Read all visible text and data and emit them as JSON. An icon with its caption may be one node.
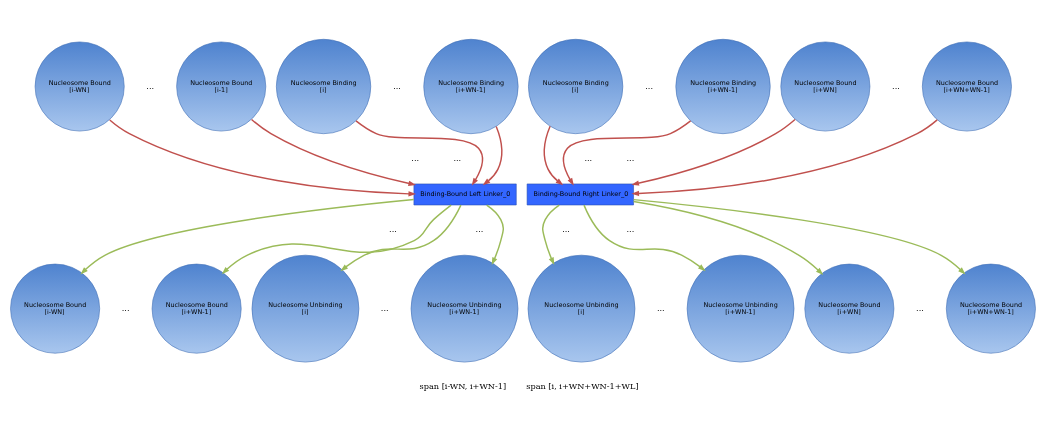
{
  "diagram": {
    "nodes": [
      {
        "text": [
          "Nucleosome Bound",
          "[i-WN]"
        ]
      },
      {
        "text": [
          "Nucleosome Bound",
          "[i-1]"
        ]
      },
      {
        "text": [
          "Nucleosome Binding",
          "[i]"
        ]
      },
      {
        "text": [
          "Nucleosome Binding",
          "[i+WN-1]"
        ]
      },
      {
        "text": [
          "Binding-Bound Left Linker_0"
        ]
      },
      {
        "text": [
          "Nucleosome Bound",
          "[i-WN]"
        ]
      },
      {
        "text": [
          "Nucleosome Bound",
          "[i+WN-1]"
        ]
      },
      {
        "text": [
          "Nucleosome Unbinding",
          "[i]"
        ]
      },
      {
        "text": [
          "Nucleosome Unbinding",
          "[i+WN-1]"
        ]
      },
      {
        "text": [
          "Nucleosome Binding",
          "[i]"
        ]
      },
      {
        "text": [
          "Nucleosome Binding",
          "[i+WN-1]"
        ]
      },
      {
        "text": [
          "Nucleosome Bound",
          "[i+WN]"
        ]
      },
      {
        "text": [
          "Nucleosome Bound",
          "[i+WN+WN-1]"
        ]
      },
      {
        "text": [
          "Binding-Bound Right Linker_0"
        ]
      },
      {
        "text": [
          "Nucleosome Unbinding",
          "[i]"
        ]
      },
      {
        "text": [
          "Nucleosome Unbinding",
          "[i+WN-1]"
        ]
      },
      {
        "text": [
          "Nucleosome Bound",
          "[i+WN]"
        ]
      },
      {
        "text": [
          "Nucleosome Bound",
          "[i+WN+WN-1]"
        ]
      }
    ],
    "edges": [
      {
        "from": 0,
        "to": 4,
        "arrow": "to",
        "color": "#c0504d"
      },
      {
        "from": 1,
        "to": 4,
        "arrow": "to",
        "color": "#c0504d"
      },
      {
        "from": 2,
        "to": 4,
        "arrow": "to",
        "color": "#c0504d"
      },
      {
        "from": 3,
        "to": 4,
        "arrow": "to",
        "color": "#c0504d"
      },
      {
        "from": 4,
        "to": 5,
        "arrow": "to",
        "color": "#9bbb59"
      },
      {
        "from": 4,
        "to": 6,
        "arrow": "to",
        "color": "#9bbb59"
      },
      {
        "from": 4,
        "to": 7,
        "arrow": "to",
        "color": "#9bbb59"
      },
      {
        "from": 4,
        "to": 8,
        "arrow": "to",
        "color": "#9bbb59"
      },
      {
        "from": 9,
        "to": 13,
        "arrow": "to",
        "color": "#c0504d"
      },
      {
        "from": 10,
        "to": 13,
        "arrow": "to",
        "color": "#c0504d"
      },
      {
        "from": 11,
        "to": 13,
        "arrow": "to",
        "color": "#c0504d"
      },
      {
        "from": 12,
        "to": 13,
        "arrow": "to",
        "color": "#c0504d"
      },
      {
        "from": 13,
        "to": 14,
        "arrow": "to",
        "color": "#9bbb59"
      },
      {
        "from": 13,
        "to": 15,
        "arrow": "to",
        "color": "#9bbb59"
      },
      {
        "from": 13,
        "to": 16,
        "arrow": "to",
        "color": "#9bbb59"
      },
      {
        "from": 13,
        "to": 17,
        "arrow": "to",
        "color": "#9bbb59"
      }
    ],
    "labels": [
      "...",
      "...",
      "...",
      "...",
      "...",
      "...",
      "...",
      "...",
      "...",
      "...",
      "...",
      "...",
      "...",
      "...",
      "...",
      "...",
      "span [i-WN, i+WN-1]",
      "span [i, i+WN+WN-1+WL]"
    ]
  }
}
